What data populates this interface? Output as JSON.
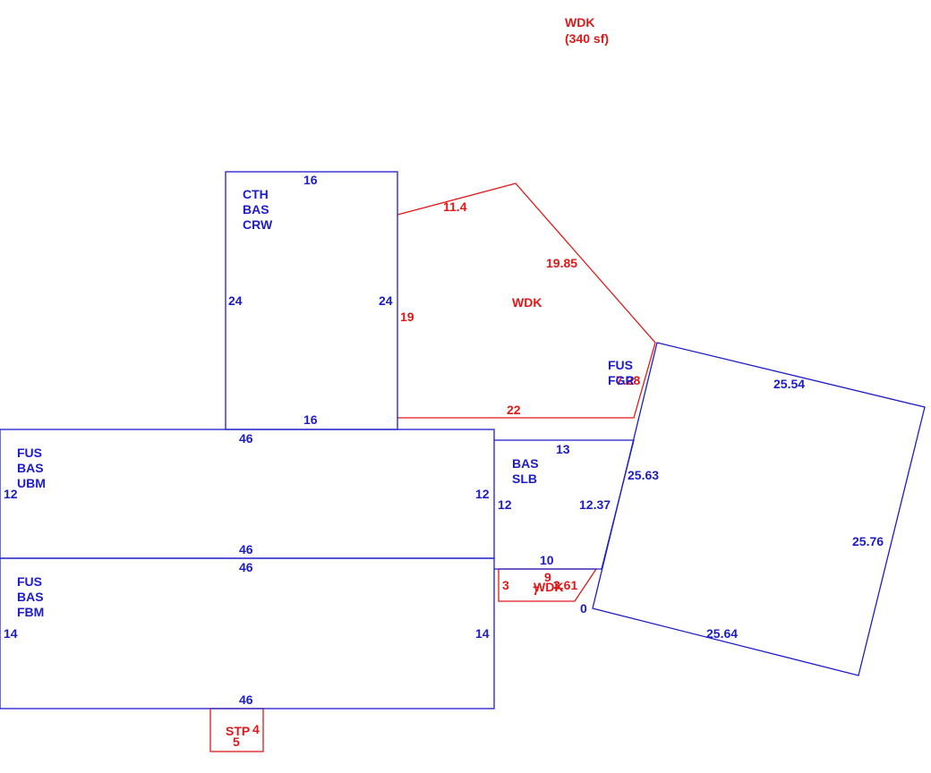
{
  "colors": {
    "blue": "#1c1cc8",
    "red": "#e01818",
    "background": "#ffffff"
  },
  "header": {
    "title": "WDK",
    "area": "(340 sf)"
  },
  "areas": {
    "cth": {
      "codes": [
        "CTH",
        "BAS",
        "CRW"
      ],
      "top": "16",
      "bottom": "16",
      "left": "24",
      "right": "24"
    },
    "ubm": {
      "codes": [
        "FUS",
        "BAS",
        "UBM"
      ],
      "top": "46",
      "bottom": "46",
      "left": "12",
      "right": "12"
    },
    "fbm": {
      "codes": [
        "FUS",
        "BAS",
        "FBM"
      ],
      "top": "46",
      "bottom": "46",
      "left": "14",
      "right": "14"
    },
    "slb": {
      "codes": [
        "BAS",
        "SLB"
      ],
      "top": "13",
      "bottom": "10",
      "left": "12",
      "right": "12.37"
    },
    "fgr": {
      "codes": [
        "FUS",
        "FGR"
      ],
      "top": "25.54",
      "right": "25.76",
      "bottom": "25.64",
      "left": "25.63",
      "corner": "0"
    },
    "wdk_main": {
      "label": "WDK",
      "top": "11.4",
      "diagonal": "19.85",
      "left": "19",
      "bottom": "22",
      "short": "7.28"
    },
    "wdk_small": {
      "label": "WDK",
      "left": "3",
      "top": "9",
      "bottom": "7",
      "diagonal": "3.61"
    },
    "stp": {
      "label": "STP",
      "right": "4",
      "bottom": "5"
    }
  }
}
